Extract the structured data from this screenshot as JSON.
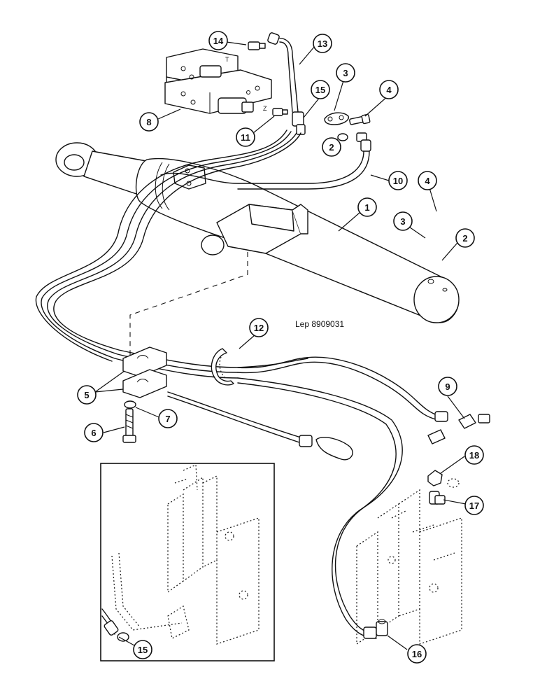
{
  "drawing_ref": "Lep 8909031",
  "port_labels": {
    "t": "T",
    "z": "Z"
  },
  "callouts": [
    {
      "id": "c14",
      "label": "14"
    },
    {
      "id": "c13",
      "label": "13"
    },
    {
      "id": "c8",
      "label": "8"
    },
    {
      "id": "c11",
      "label": "11"
    },
    {
      "id": "c15a",
      "label": "15"
    },
    {
      "id": "c3a",
      "label": "3"
    },
    {
      "id": "c4a",
      "label": "4"
    },
    {
      "id": "c2a",
      "label": "2"
    },
    {
      "id": "c10",
      "label": "10"
    },
    {
      "id": "c4b",
      "label": "4"
    },
    {
      "id": "c1",
      "label": "1"
    },
    {
      "id": "c3b",
      "label": "3"
    },
    {
      "id": "c2b",
      "label": "2"
    },
    {
      "id": "c12",
      "label": "12"
    },
    {
      "id": "c5",
      "label": "5"
    },
    {
      "id": "c7",
      "label": "7"
    },
    {
      "id": "c6",
      "label": "6"
    },
    {
      "id": "c9",
      "label": "9"
    },
    {
      "id": "c18",
      "label": "18"
    },
    {
      "id": "c17",
      "label": "17"
    },
    {
      "id": "c15b",
      "label": "15"
    },
    {
      "id": "c16",
      "label": "16"
    }
  ]
}
